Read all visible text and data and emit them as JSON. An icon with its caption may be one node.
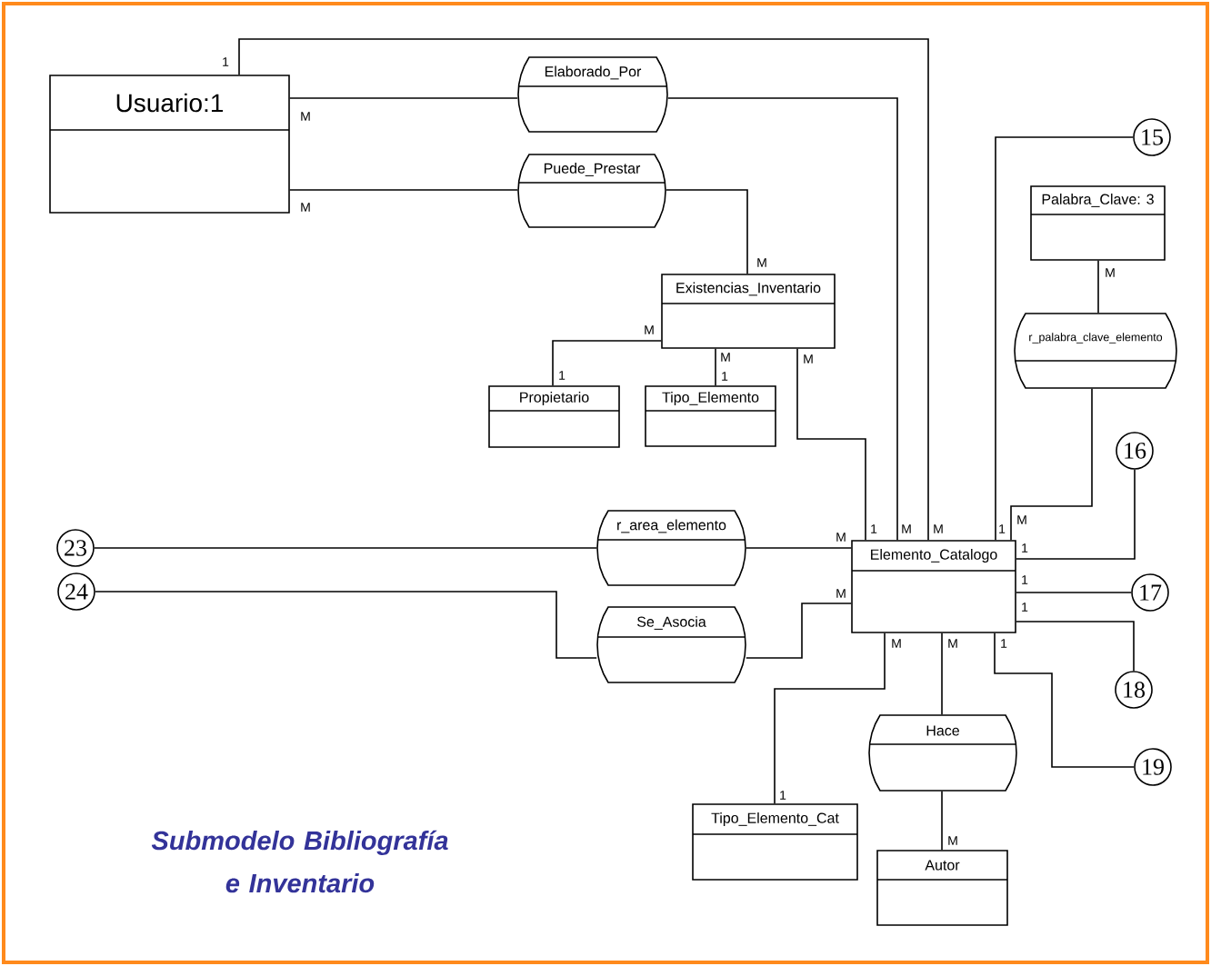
{
  "diagram": {
    "title": "Submodelo Bibliografía e Inventario",
    "nodes": [
      {
        "text": [
          "Usuario:1"
        ]
      },
      {
        "text": [
          "Elaborado_Por"
        ]
      },
      {
        "text": [
          "Puede_Prestar"
        ]
      },
      {
        "text": [
          "15"
        ]
      },
      {
        "text": [
          "Palabra_Clave: 3"
        ]
      },
      {
        "text": [
          "Existencias_Inventario"
        ]
      },
      {
        "text": [
          "r_palabra_clave_elemento"
        ]
      },
      {
        "text": [
          "Propietario"
        ]
      },
      {
        "text": [
          "Tipo_Elemento"
        ]
      },
      {
        "text": [
          "16"
        ]
      },
      {
        "text": [
          "23"
        ]
      },
      {
        "text": [
          "r_area_elemento"
        ]
      },
      {
        "text": [
          "Elemento_Catalogo"
        ]
      },
      {
        "text": [
          "24"
        ]
      },
      {
        "text": [
          "17"
        ]
      },
      {
        "text": [
          "Se_Asocia"
        ]
      },
      {
        "text": [
          "18"
        ]
      },
      {
        "text": [
          "Hace"
        ]
      },
      {
        "text": [
          "19"
        ]
      },
      {
        "text": [
          "Tipo_Elemento_Cat"
        ]
      },
      {
        "text": [
          "Autor"
        ]
      }
    ],
    "edges": [
      {
        "from": 0,
        "to": 12,
        "arrow": "none"
      },
      {
        "from": 0,
        "to": 1,
        "arrow": "none"
      },
      {
        "from": 1,
        "to": 12,
        "arrow": "none"
      },
      {
        "from": 0,
        "to": 2,
        "arrow": "none"
      },
      {
        "from": 2,
        "to": 5,
        "arrow": "none"
      },
      {
        "from": 5,
        "to": 7,
        "arrow": "none"
      },
      {
        "from": 5,
        "to": 8,
        "arrow": "none"
      },
      {
        "from": 5,
        "to": 12,
        "arrow": "none"
      },
      {
        "from": 3,
        "to": 12,
        "arrow": "none"
      },
      {
        "from": 4,
        "to": 6,
        "arrow": "none"
      },
      {
        "from": 6,
        "to": 12,
        "arrow": "none"
      },
      {
        "from": 9,
        "to": 12,
        "arrow": "none"
      },
      {
        "from": 10,
        "to": 11,
        "arrow": "none"
      },
      {
        "from": 11,
        "to": 12,
        "arrow": "none"
      },
      {
        "from": 13,
        "to": 15,
        "arrow": "none"
      },
      {
        "from": 15,
        "to": 12,
        "arrow": "none"
      },
      {
        "from": 14,
        "to": 12,
        "arrow": "none"
      },
      {
        "from": 16,
        "to": 12,
        "arrow": "none"
      },
      {
        "from": 12,
        "to": 19,
        "arrow": "none"
      },
      {
        "from": 12,
        "to": 17,
        "arrow": "none"
      },
      {
        "from": 17,
        "to": 20,
        "arrow": "none"
      },
      {
        "from": 12,
        "to": 18,
        "arrow": "none"
      }
    ],
    "labels": [
      "1",
      "M",
      "M",
      "M",
      "M",
      "M",
      "M",
      "M",
      "1",
      "1",
      "M",
      "M",
      "1",
      "M",
      "M",
      "1",
      "1",
      "1",
      "M",
      "1",
      "M",
      "M",
      "1",
      "1",
      "M"
    ]
  }
}
